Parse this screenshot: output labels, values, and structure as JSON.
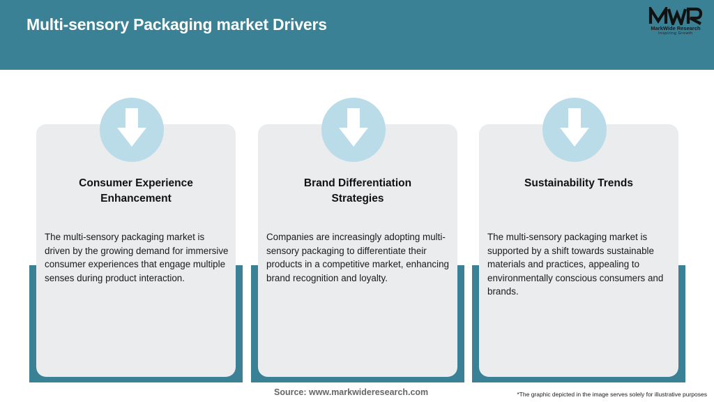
{
  "header": {
    "title": "Multi-sensory Packaging market Drivers",
    "logo_name": "MarkWide Research",
    "logo_tagline": "Inspiring Growth",
    "logo_mark_icon": "mwr-logo-icon"
  },
  "cards": [
    {
      "icon": "arrow-down-icon",
      "title_line1": "Consumer Experience",
      "title_line2": "Enhancement",
      "text": "The multi-sensory packaging market is driven by the growing demand for immersive consumer experiences that engage multiple senses during product interaction."
    },
    {
      "icon": "arrow-down-icon",
      "title_line1": "Brand Differentiation",
      "title_line2": "Strategies",
      "text": "Companies are increasingly adopting multi-sensory packaging to differentiate their products in a competitive market, enhancing brand recognition and loyalty."
    },
    {
      "icon": "arrow-down-icon",
      "title_line1": "Sustainability Trends",
      "title_line2": "",
      "text": "The multi-sensory packaging market is supported by a shift towards sustainable materials and practices, appealing to environmentally conscious consumers and brands."
    }
  ],
  "footer": {
    "source": "Source: www.markwideresearch.com",
    "disclaimer": "*The graphic depicted in the image serves solely for illustrative purposes"
  },
  "colors": {
    "header_bg": "#3a8196",
    "accent": "#3a8196",
    "card_bg": "#eaeced",
    "circle": "#b9dce8"
  }
}
